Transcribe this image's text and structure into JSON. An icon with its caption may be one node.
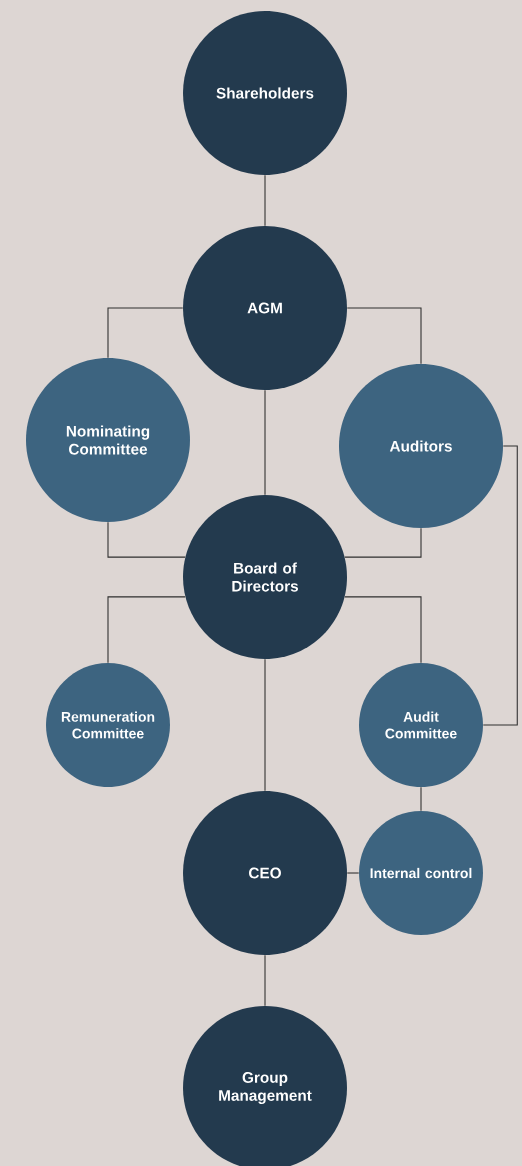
{
  "diagram": {
    "nodes": [
      {
        "text": [
          "Shareholders"
        ]
      },
      {
        "text": [
          "AGM"
        ]
      },
      {
        "text": [
          "Nominating Committee"
        ]
      },
      {
        "text": [
          "Auditors"
        ]
      },
      {
        "text": [
          "Board of Directors"
        ]
      },
      {
        "text": [
          "Remuneration Committee"
        ]
      },
      {
        "text": [
          "Audit Committee"
        ]
      },
      {
        "text": [
          "CEO"
        ]
      },
      {
        "text": [
          "Internal control"
        ]
      },
      {
        "text": [
          "Group Management"
        ]
      }
    ],
    "edges": [
      {
        "from": 0,
        "to": 1,
        "arrow": "none"
      },
      {
        "from": 1,
        "to": 2,
        "arrow": "none"
      },
      {
        "from": 1,
        "to": 3,
        "arrow": "none"
      },
      {
        "from": 1,
        "to": 4,
        "arrow": "none"
      },
      {
        "from": 2,
        "to": 4,
        "arrow": "none"
      },
      {
        "from": 3,
        "to": 4,
        "arrow": "none"
      },
      {
        "from": 4,
        "to": 5,
        "arrow": "none"
      },
      {
        "from": 4,
        "to": 6,
        "arrow": "none"
      },
      {
        "from": 4,
        "to": 7,
        "arrow": "none"
      },
      {
        "from": 3,
        "to": 6,
        "arrow": "none"
      },
      {
        "from": 6,
        "to": 8,
        "arrow": "none"
      },
      {
        "from": 7,
        "to": 8,
        "arrow": "none"
      },
      {
        "from": 7,
        "to": 9,
        "arrow": "none"
      }
    ]
  }
}
